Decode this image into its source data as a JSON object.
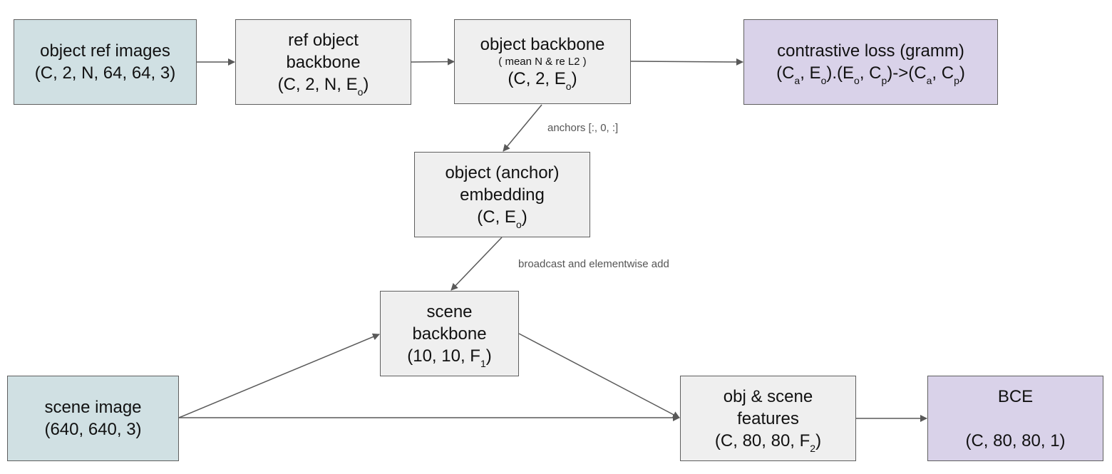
{
  "nodes": {
    "obj_ref_images": {
      "title": "object ref images",
      "shape": "(C, 2, N, 64, 64, 3)"
    },
    "ref_obj_backbone": {
      "title1": "ref object",
      "title2": "backbone",
      "shape_pre": "(C, 2, N, E",
      "sub": "o",
      "shape_post": ")"
    },
    "obj_backbone": {
      "title": "object backbone",
      "note": "( mean N & re L2 )",
      "shape_pre": "(C, 2, E",
      "sub": "o",
      "shape_post": ")"
    },
    "contrastive": {
      "title": "contrastive loss (gramm)",
      "f1": "(C",
      "s1": "a",
      "f2": ", E",
      "s2": "o",
      "f3": ").(E",
      "s3": "o",
      "f4": ", C",
      "s4": "p",
      "f5": ")->(C",
      "s5": "a",
      "f6": ", C",
      "s6": "p",
      "f7": ")"
    },
    "anchor_emb": {
      "title1": "object (anchor)",
      "title2": "embedding",
      "shape_pre": "(C, E",
      "sub": "o",
      "shape_post": ")"
    },
    "scene_backbone": {
      "title1": "scene",
      "title2": "backbone",
      "shape_pre": "(10, 10, F",
      "sub": "1",
      "shape_post": ")"
    },
    "scene_image": {
      "title": "scene image",
      "shape": "(640, 640, 3)"
    },
    "features": {
      "title1": "obj & scene",
      "title2": "features",
      "shape_pre": "(C, 80, 80, F",
      "sub": "2",
      "shape_post": ")"
    },
    "bce": {
      "title": "BCE",
      "shape": "(C, 80, 80, 1)"
    }
  },
  "edge_labels": {
    "anchors": "anchors [:, 0, :]",
    "broadcast": "broadcast and elementwise add"
  },
  "colors": {
    "input_fill": "#d0e0e3",
    "process_fill": "#efefef",
    "loss_fill": "#d9d2e9",
    "edge": "#595959"
  }
}
